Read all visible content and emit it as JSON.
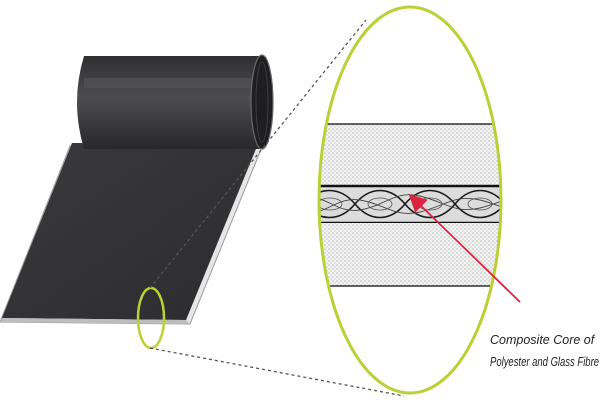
{
  "callout": {
    "line1": "Composite Core of",
    "line2": "Polyester and Glass Fibre"
  },
  "colors": {
    "belt_dark": "#3d3d3f",
    "belt_top": "#333335",
    "roll_highlight": "#5a5a5c",
    "magnifier_ring": "#b5d334",
    "arrow": "#d7263d",
    "dotted_line": "#555555",
    "core_dark": "#222222"
  },
  "parts": {
    "belt": "conveyor-belt-illustration",
    "magnifier": "cross-section-magnifier",
    "layers": [
      "top-cover",
      "composite-core",
      "bottom-cover"
    ]
  }
}
